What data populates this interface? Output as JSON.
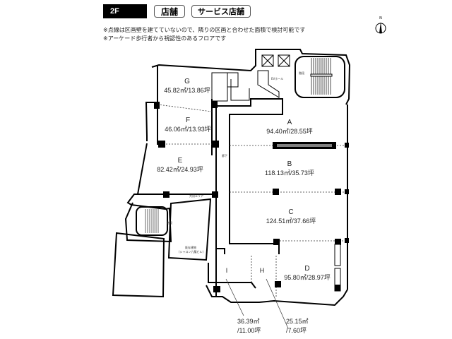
{
  "header": {
    "floor": "2F",
    "tags": [
      "店舗",
      "サービス店舗"
    ],
    "notes": [
      "※点線は区画壁を建てていないので、隣りの区画と合わせた面積で検討可能です",
      "※アーケード歩行者から視認性のあるフロアです"
    ]
  },
  "compass": {
    "label": "N",
    "icon": "north-arrow-icon"
  },
  "units": [
    {
      "id": "G",
      "area": "45.82㎡/13.86坪"
    },
    {
      "id": "F",
      "area": "46.06㎡/13.93坪"
    },
    {
      "id": "E",
      "area": "82.42㎡/24.93坪"
    },
    {
      "id": "A",
      "area": "94.40㎡/28.55坪"
    },
    {
      "id": "B",
      "area": "118.13㎡/35.73坪"
    },
    {
      "id": "C",
      "area": "124.51㎡/37.66坪"
    },
    {
      "id": "D",
      "area": "95.80㎡/28.97坪"
    },
    {
      "id": "I",
      "area_sqm": "36.39㎡",
      "area_tsubo": "/11.00坪"
    },
    {
      "id": "H",
      "area_sqm": "25.15㎡",
      "area_tsubo": "/7.60坪"
    }
  ],
  "small_labels": {
    "elevator_hall": "EVホール",
    "stairs_top": "階段",
    "stairs_bottom": "階段",
    "corridor": "廊下",
    "common_area": "共用エリア",
    "adjacent_building_1": "既存建物",
    "adjacent_building_2": "(シャロン九龍ビル)"
  }
}
